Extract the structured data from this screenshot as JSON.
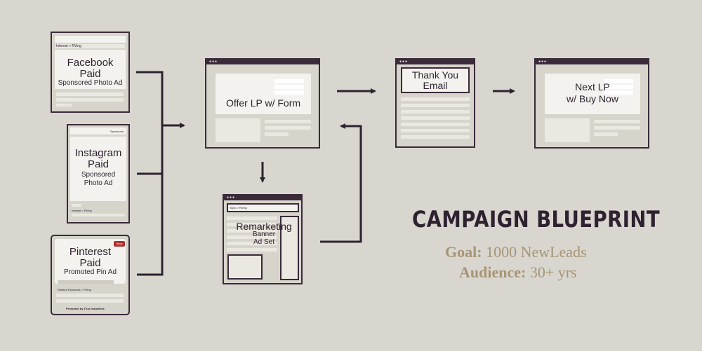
{
  "ads": {
    "facebook": {
      "title_line1": "Facebook",
      "title_line2": "Paid",
      "subtitle": "Sponsored Photo Ad",
      "tag": "Interest > RVing"
    },
    "instagram": {
      "title_line1": "Instagram",
      "title_line2": "Paid",
      "subtitle_line1": "Sponsored",
      "subtitle_line2": "Photo Ad",
      "sponsored": "Sponsored",
      "tag": "Interest > RVing"
    },
    "pinterest": {
      "title_line1": "Pinterest",
      "title_line2": "Paid",
      "subtitle": "Promoted Pin Ad",
      "save": "Save",
      "tag": "Related Keywords > RVing",
      "promoted": "Promoted by Thor Industries"
    }
  },
  "steps": {
    "offer_lp": "Offer LP w/ Form",
    "thank_you_line1": "Thank You",
    "thank_you_line2": "Email",
    "next_lp_line1": "Next LP",
    "next_lp_line2": "w/ Buy Now",
    "remarketing_title": "Remarketing",
    "remarketing_line2": "Banner",
    "remarketing_line3": "Ad Set",
    "remarketing_tag": "Topic > RVing"
  },
  "blueprint": {
    "heading": "CAMPAIGN BLUEPRINT",
    "goal_label": "Goal:",
    "goal_value": "1000 NewLeads",
    "audience_label": "Audience:",
    "audience_value": "30+ yrs"
  },
  "colors": {
    "background": "#d9d6cf",
    "ink": "#3a2a3a",
    "accent_gold": "#a69575",
    "pinterest_red": "#b0302c"
  }
}
